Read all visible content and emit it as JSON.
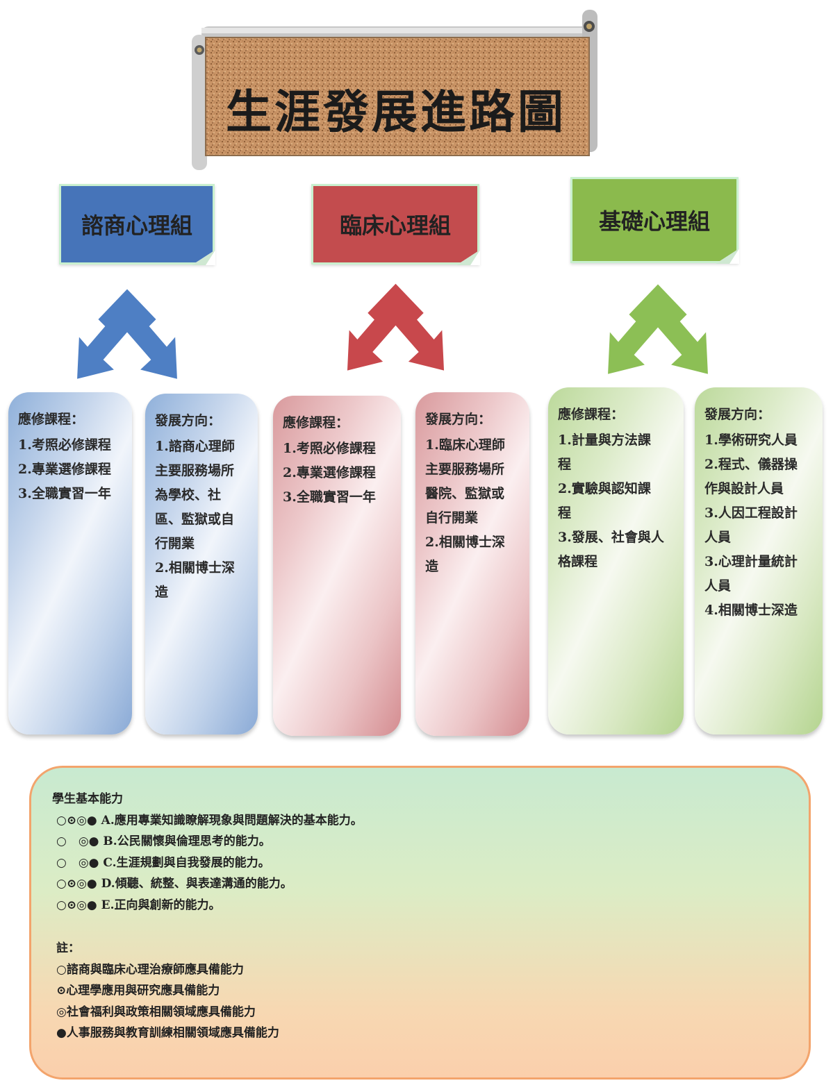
{
  "title": "生涯發展進路圖",
  "groups": [
    {
      "name": "諮商心理組",
      "color": "#4674b9"
    },
    {
      "name": "臨床心理組",
      "color": "#c34c4e"
    },
    {
      "name": "基礎心理組",
      "color": "#8bba4d"
    }
  ],
  "columns": {
    "counseling_courses": {
      "heading": "應修課程：",
      "lines": [
        "1.考照必修課程",
        "2.專業選修課程",
        "3.全職實習一年"
      ]
    },
    "counseling_direction": {
      "heading": "發展方向：",
      "lines": [
        "1.諮商心理師",
        "主要服務場所",
        "為學校、社",
        "區、監獄或自",
        "行開業",
        "2.相關博士深",
        "造"
      ]
    },
    "clinical_courses": {
      "heading": "應修課程：",
      "lines": [
        "1.考照必修課程",
        "2.專業選修課程",
        "3.全職實習一年"
      ]
    },
    "clinical_direction": {
      "heading": "發展方向：",
      "lines": [
        "1.臨床心理師",
        "主要服務場所",
        "醫院、監獄或",
        "自行開業",
        "2.相關博士深",
        "造"
      ]
    },
    "basic_courses": {
      "heading": "應修課程：",
      "lines": [
        "1.計量與方法課",
        "程",
        "2.實驗與認知課",
        "程",
        "3.發展、社會與人",
        "格課程"
      ]
    },
    "basic_direction": {
      "heading": "發展方向：",
      "lines": [
        "1.學術研究人員",
        "2.程式、儀器操",
        "作與設計人員",
        "3.人因工程設計",
        "人員",
        "3.心理計量統計",
        "人員",
        "4.相關博士深造"
      ]
    }
  },
  "abilities": {
    "heading": "學生基本能力",
    "items": [
      "○⊙◎● A.應用專業知識瞭解現象與問題解決的基本能力。",
      "○　◎● B.公民關懷與倫理思考的能力。",
      "○　◎● C.生涯規劃與自我發展的能力。",
      "○⊙◎● D.傾聽、統整、與表達溝通的能力。",
      "○⊙◎● E.正向與創新的能力。"
    ],
    "note_heading": "註：",
    "notes": [
      "○諮商與臨床心理治療師應具備能力",
      "⊙心理學應用與研究應具備能力",
      "◎社會福利與政策相關領域應具備能力",
      "●人事服務與教育訓練相關領域應具備能力"
    ]
  }
}
